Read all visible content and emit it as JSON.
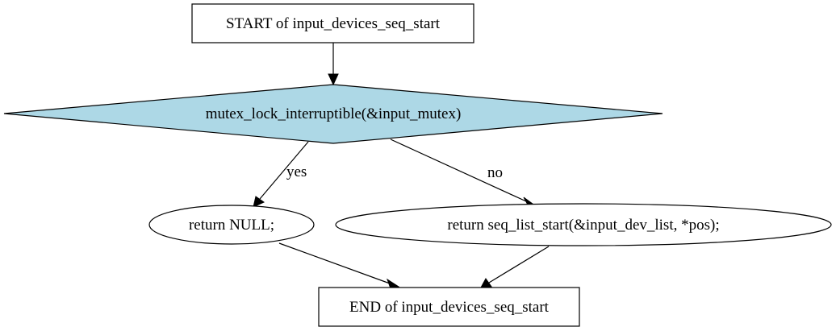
{
  "diagram": {
    "nodes": {
      "start": {
        "label": "START of input_devices_seq_start"
      },
      "decision": {
        "label": "mutex_lock_interruptible(&input_mutex)",
        "fill": "#add8e6"
      },
      "return_null": {
        "label": "return NULL;"
      },
      "return_seq": {
        "label": "return seq_list_start(&input_dev_list, *pos);"
      },
      "end": {
        "label": "END of input_devices_seq_start"
      }
    },
    "edges": {
      "yes": {
        "label": "yes"
      },
      "no": {
        "label": "no"
      }
    },
    "colors": {
      "stroke": "#000000",
      "background": "#ffffff"
    }
  }
}
